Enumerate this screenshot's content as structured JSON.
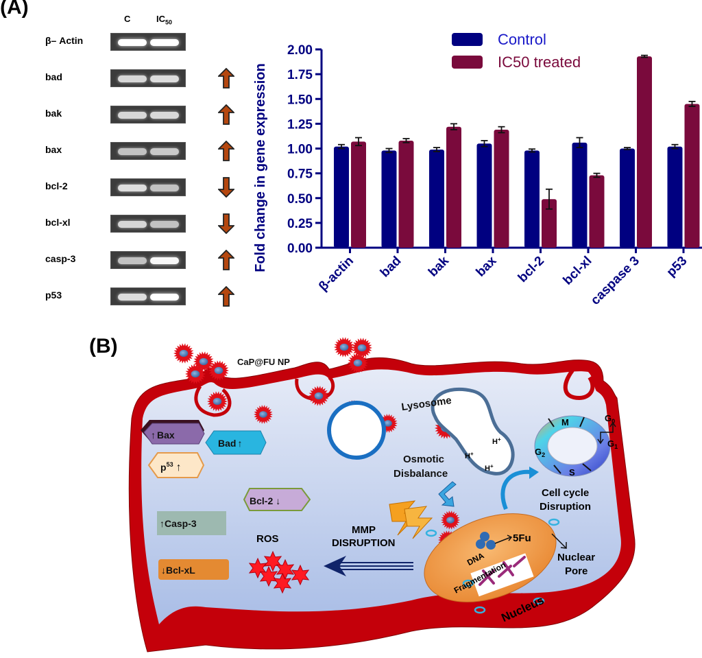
{
  "panel_a": {
    "label": "(A)",
    "gel": {
      "col_c": "C",
      "col_ic_main": "IC",
      "col_ic_sub": "50",
      "rows": [
        {
          "name": "β– Actin",
          "direction": "none",
          "c_intensity": 1.0,
          "ic_intensity": 1.0
        },
        {
          "name": "bad",
          "direction": "up",
          "c_intensity": 0.7,
          "ic_intensity": 0.75
        },
        {
          "name": "bak",
          "direction": "up",
          "c_intensity": 0.7,
          "ic_intensity": 0.72
        },
        {
          "name": "bax",
          "direction": "up",
          "c_intensity": 0.55,
          "ic_intensity": 0.6
        },
        {
          "name": "bcl-2",
          "direction": "down",
          "c_intensity": 0.75,
          "ic_intensity": 0.55
        },
        {
          "name": "bcl-xl",
          "direction": "down",
          "c_intensity": 0.7,
          "ic_intensity": 0.55
        },
        {
          "name": "casp-3",
          "direction": "up",
          "c_intensity": 0.55,
          "ic_intensity": 0.95
        },
        {
          "name": "p53",
          "direction": "up",
          "c_intensity": 0.75,
          "ic_intensity": 1.0
        }
      ],
      "arrow_color": "#b5470f"
    }
  },
  "chart_data": {
    "type": "bar",
    "title": "",
    "xlabel": "",
    "ylabel": "Fold change in gene expression",
    "ylim": [
      0,
      2.0
    ],
    "yticks": [
      "0.00",
      "0.25",
      "0.50",
      "0.75",
      "1.00",
      "1.25",
      "1.50",
      "1.75",
      "2.00"
    ],
    "categories": [
      "β-actin",
      "bad",
      "bak",
      "bax",
      "bcl-2",
      "bcl-xl",
      "caspase 3",
      "p53"
    ],
    "series": [
      {
        "name": "Control",
        "color": "#000080",
        "values": [
          1.02,
          0.98,
          0.99,
          1.05,
          0.98,
          1.06,
          1.0,
          1.02
        ],
        "errors": [
          0.02,
          0.02,
          0.02,
          0.03,
          0.015,
          0.05,
          0.01,
          0.02
        ]
      },
      {
        "name": "IC50 treated",
        "color": "#7a0a3c",
        "values": [
          1.07,
          1.08,
          1.22,
          1.19,
          0.49,
          0.73,
          1.93,
          1.45
        ],
        "errors": [
          0.04,
          0.02,
          0.03,
          0.03,
          0.1,
          0.02,
          0.01,
          0.025
        ]
      }
    ],
    "legend_position": "top-right",
    "axis_color": "#000080",
    "grid": false
  },
  "panel_b": {
    "label": "(B)",
    "np_label": "CaP@FU NP",
    "lysosome": "Lysosome",
    "proton": "H",
    "proton_sup": "+",
    "osmotic_1": "Osmotic",
    "osmotic_2": "Disbalance",
    "cell_cycle_1": "Cell cycle",
    "cell_cycle_2": "Disruption",
    "phases": {
      "m": "M",
      "s": "S",
      "g2": "G",
      "g2_sub": "2",
      "g1": "G",
      "g1_sub": "1",
      "g0": "G",
      "g0_sub": "0"
    },
    "proteins": {
      "bax": "Bax",
      "bad": "Bad",
      "p53_main": "p",
      "p53_sup": "53",
      "bcl2": "Bcl-2",
      "casp3": "Casp-3",
      "bclxl": "Bcl-xL",
      "up_arrow": "↑",
      "down_arrow": "↓"
    },
    "ros": "ROS",
    "mmp_1": "MMP",
    "mmp_2": "DISRUPTION",
    "fu": "5Fu",
    "dna_1": "DNA",
    "dna_2": "Fragmentation",
    "nucleus": "Nucleus",
    "pore_1": "Nuclear",
    "pore_2": "Pore"
  }
}
